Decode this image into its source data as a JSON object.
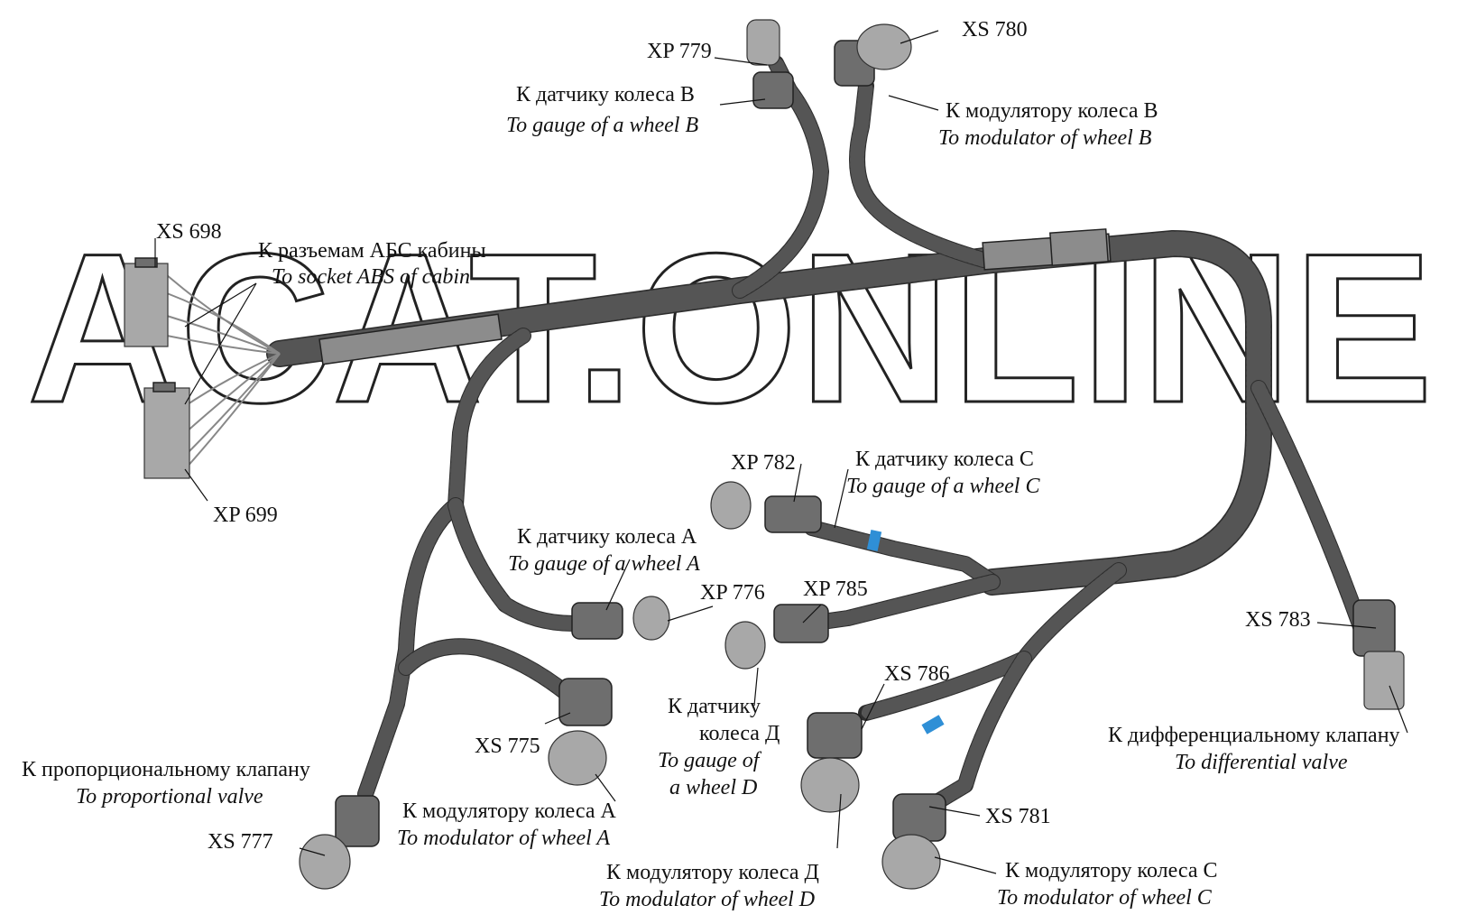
{
  "watermark": "ACAT.ONLINE",
  "colors": {
    "cable": "#555555",
    "band": "#2f8fd6",
    "connector": "#6e6e6e"
  },
  "labels": {
    "xp779": "XP 779",
    "xs780": "XS 780",
    "ru_gauge_b": "К датчику колеса В",
    "en_gauge_b": "To gauge of a wheel B",
    "ru_mod_b": "К модулятору колеса В",
    "en_mod_b": "To  modulator of wheel B",
    "xs698": "XS 698",
    "ru_abs": "К разъемам АБС кабины",
    "en_abs": "To socket ABS of  cabin",
    "xp699": "XP 699",
    "xp782": "XP 782",
    "ru_gauge_c": "К датчику колеса С",
    "en_gauge_c": "To gauge of a wheel C",
    "ru_gauge_a": "К датчику колеса А",
    "en_gauge_a": "To gauge of a wheel A",
    "xp776": "XP 776",
    "xp785": "XP 785",
    "xs783": "XS 783",
    "xs786": "XS 786",
    "xs775": "XS 775",
    "ru_gauge_d1": "К датчику",
    "ru_gauge_d2": "колеса Д",
    "en_gauge_d1": "To  gauge of",
    "en_gauge_d2": "a wheel D",
    "ru_diff": "К дифференциальному клапану",
    "en_diff": "To  differential valve",
    "ru_prop": "К пропорциональному клапану",
    "en_prop": "To  proportional valve",
    "ru_mod_a": "К модулятору колеса А",
    "en_mod_a": "To  modulator of wheel A",
    "xs781": "XS 781",
    "xs777": "XS 777",
    "ru_mod_d": "К модулятору колеса Д",
    "en_mod_d": "To  modulator of wheel D",
    "ru_mod_c": "К модулятору колеса С",
    "en_mod_c": "To  modulator of wheel C"
  }
}
